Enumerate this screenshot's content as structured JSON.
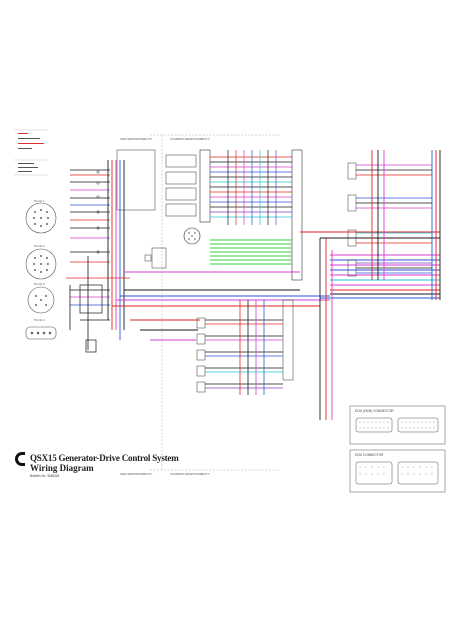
{
  "diagram": {
    "title_line1": "QSX15 Generator-Drive Control System",
    "title_line2": "Wiring Diagram",
    "bulletin": "Bulletin No. 3666381",
    "brand_icon": "cummins-c-logo-icon",
    "section_tags": {
      "top_left": "OEM RESPONSIBILITY",
      "top_right": "CUMMINS RESPONSIBILITY",
      "bottom_left": "OEM RESPONSIBILITY",
      "bottom_right": "CUMMINS RESPONSIBILITY"
    },
    "plug_labels": [
      "PLUG 1",
      "PLUG 2",
      "PLUG 3",
      "PLUG 4"
    ],
    "ecm_box_titles": [
      "ECM (OEM) CONNECTOR",
      "ECM CONNECTOR"
    ],
    "colors": {
      "red": "#e0261f",
      "magenta": "#d43fd0",
      "blue": "#2f54d6",
      "green": "#2fcf3a",
      "cyan": "#1fc6d6",
      "black": "#1a1a1a",
      "purple": "#7b3fbf"
    }
  }
}
